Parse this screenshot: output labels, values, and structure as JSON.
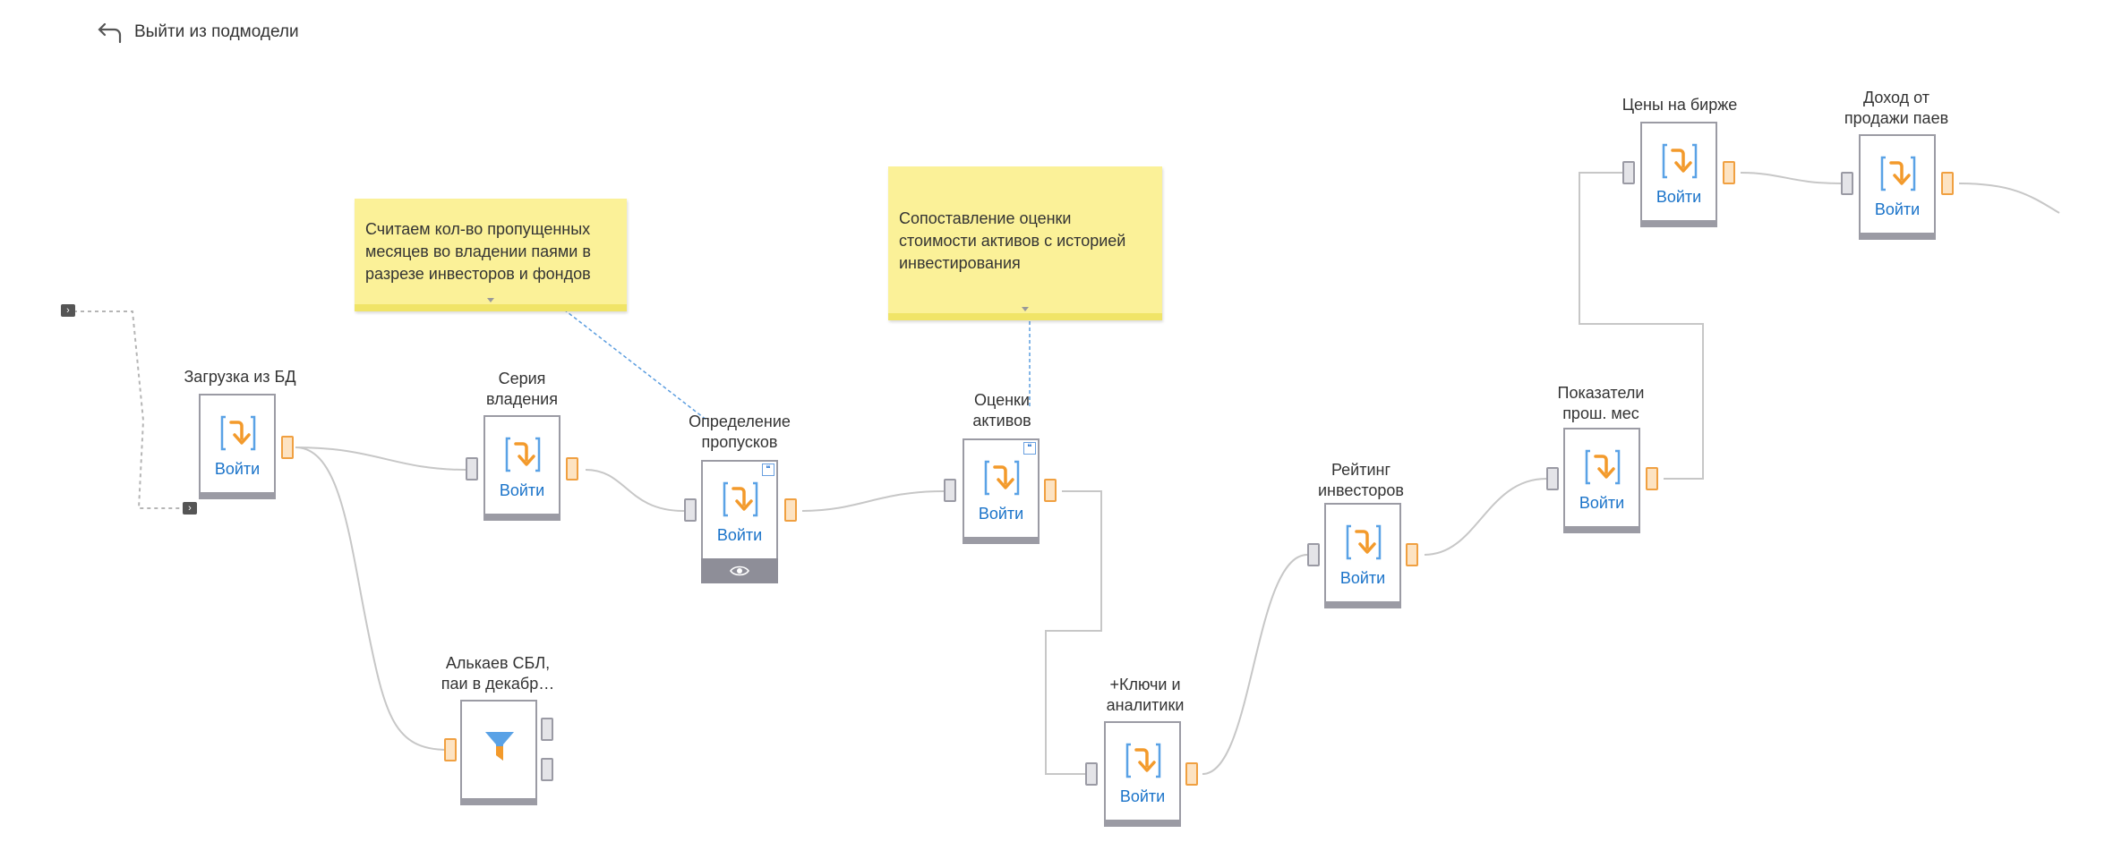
{
  "header": {
    "exit_label": "Выйти из подмодели",
    "exit_icon": "return-arrow-icon"
  },
  "colors": {
    "port_in": "#9a9aa4",
    "port_out": "#f0a041",
    "accent": "#1a73c9",
    "note_bg": "#fbf198",
    "edge": "#c0c0c0",
    "note_link": "#5b9ddf",
    "node_icon_blue": "#5aa2e6",
    "node_icon_orange": "#f39a2b"
  },
  "nodes": [
    {
      "id": "load",
      "label": "Загрузка из БД",
      "button": "Войти",
      "icon": "import-icon"
    },
    {
      "id": "series",
      "label": "Серия\nвладения",
      "button": "Войти",
      "icon": "import-icon"
    },
    {
      "id": "gaps",
      "label": "Определение\nпропусков",
      "button": "Войти",
      "icon": "import-icon",
      "footer_icon": "eye-icon"
    },
    {
      "id": "assets",
      "label": "Оценки\nактивов",
      "button": "Войти",
      "icon": "import-icon"
    },
    {
      "id": "filter",
      "label": "Алькаев СБЛ,\nпаи в декабр…",
      "icon": "filter-icon"
    },
    {
      "id": "keys",
      "label": "+Ключи и\nаналитики",
      "button": "Войти",
      "icon": "import-icon"
    },
    {
      "id": "rating",
      "label": "Рейтинг\nинвесторов",
      "button": "Войти",
      "icon": "import-icon"
    },
    {
      "id": "indicators",
      "label": "Показатели\nпрош. мес",
      "button": "Войти",
      "icon": "import-icon"
    },
    {
      "id": "prices",
      "label": "Цены на бирже",
      "button": "Войти",
      "icon": "import-icon"
    },
    {
      "id": "income",
      "label": "Доход от\nпродажи паев",
      "button": "Войти",
      "icon": "import-icon"
    }
  ],
  "notes": [
    {
      "id": "note1",
      "text": "Считаем кол-во пропущенных месяцев во владении паями в разрезе инвесторов и фондов"
    },
    {
      "id": "note2",
      "text": "Сопоставление оценки стоимости активов с историей инвестирования"
    }
  ]
}
